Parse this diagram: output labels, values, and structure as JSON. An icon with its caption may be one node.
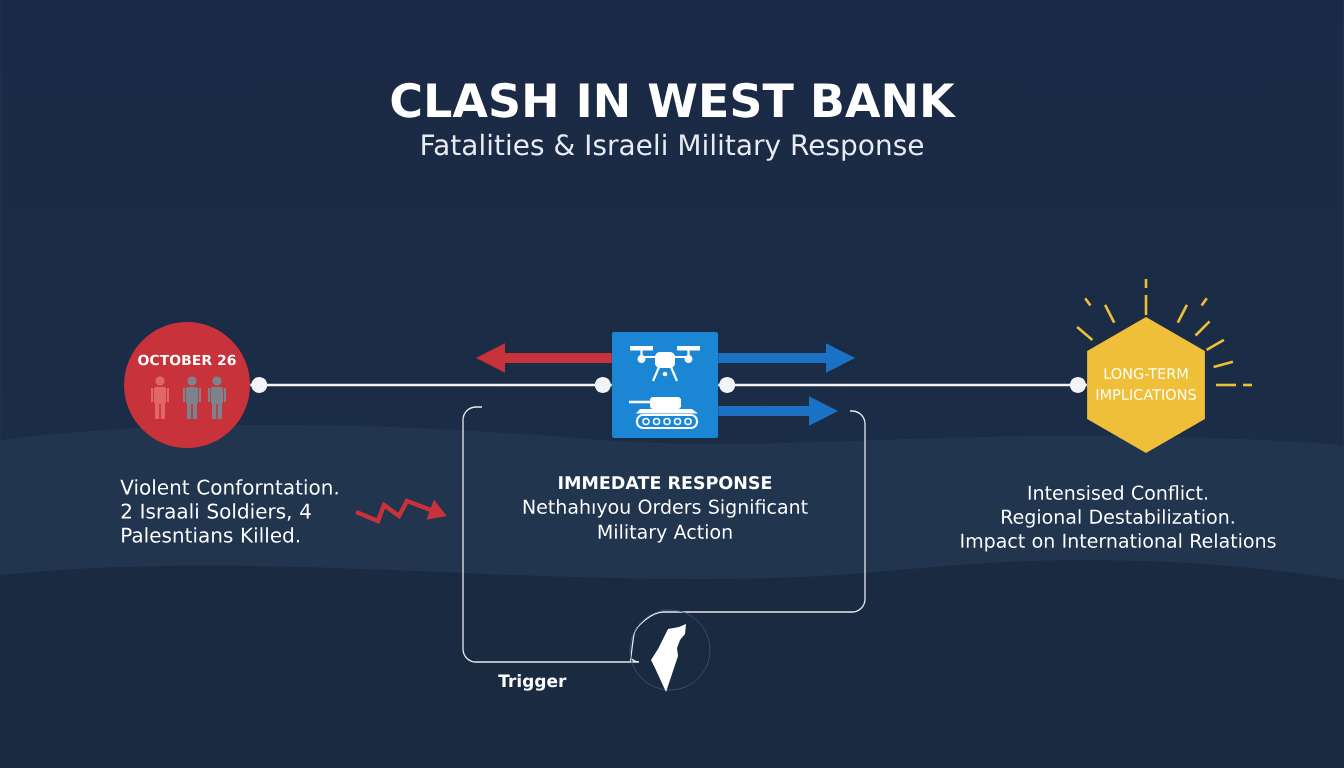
{
  "diagram": {
    "title": "CLASH IN WEST BANK",
    "nodes": [
      {
        "text": [
          "OCTOBER 26"
        ],
        "beside": [
          "Violent Conforntation. 2 Israali Soldiers, 4 Palesntians Killed."
        ]
      },
      {
        "text": [
          "IMMEDATE RESPONSE"
        ],
        "beside": [
          "Nethahıyou Orders Significant Military Action"
        ]
      },
      {
        "text": [
          "LONG-TERM IMPLICATIONS"
        ],
        "beside": [
          "Intensised Conflict. Regional Destabilization. Impact on International Relations"
        ]
      },
      {
        "text": [],
        "shape": "circle"
      }
    ],
    "edges": [
      {
        "from": 0,
        "to": 1,
        "arrow": "other"
      },
      {
        "from": 1,
        "to": 2,
        "arrow": "other"
      },
      {
        "from": 1,
        "to": null,
        "arrow": "to",
        "color": "#c8323a"
      },
      {
        "from": 1,
        "to": null,
        "arrow": "to",
        "color": "#1b72c4"
      },
      {
        "from": 1,
        "to": null,
        "arrow": "to",
        "color": "#1b72c4"
      }
    ],
    "labels": [
      "Fatalities & Israeli Military Response",
      "Trigger"
    ]
  }
}
